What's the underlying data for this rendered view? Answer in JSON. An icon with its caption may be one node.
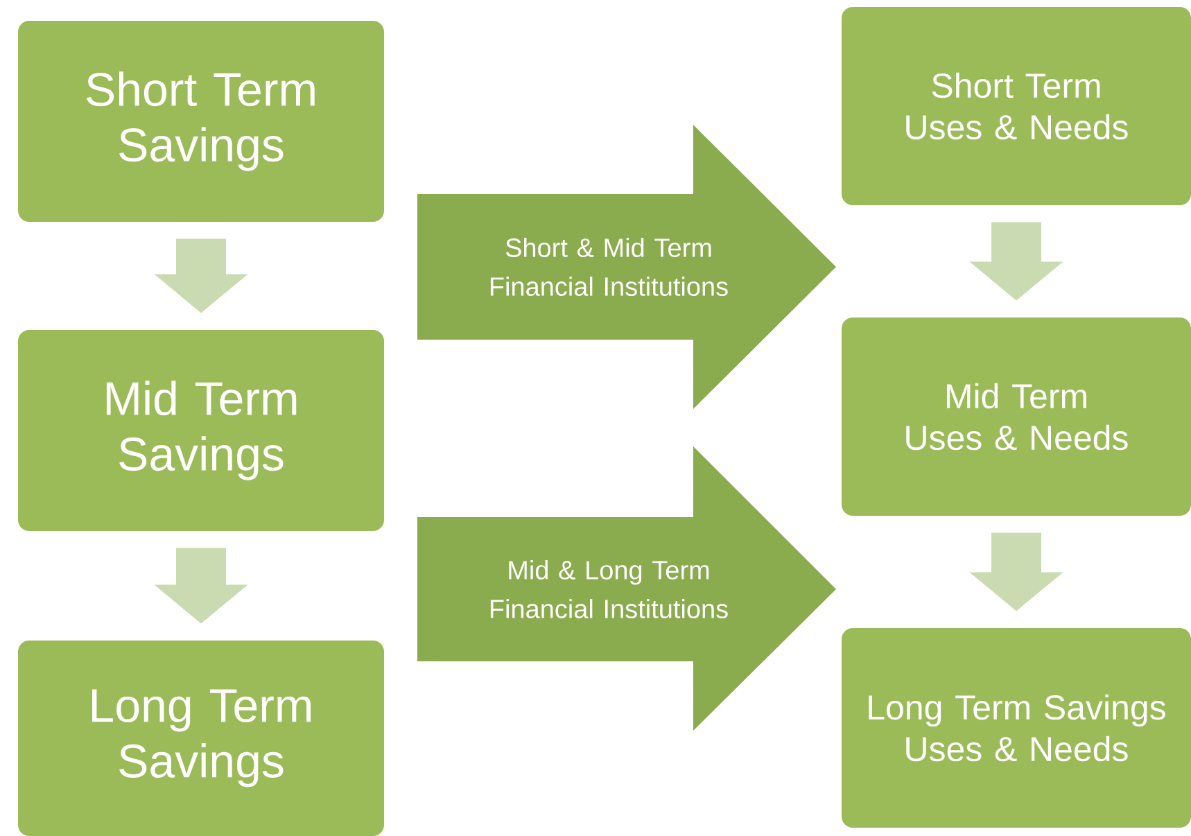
{
  "diagram": {
    "nodes": [
      {
        "text": [
          "Short Term Savings"
        ]
      },
      {
        "text": [
          "Mid Term Savings"
        ]
      },
      {
        "text": [
          "Long Term Savings"
        ]
      },
      {
        "text": [
          "Short & Mid  Term Financial Institutions"
        ]
      },
      {
        "text": [
          "Mid & Long  Term Financial Institutions"
        ]
      },
      {
        "text": [
          "Short Term Uses & Needs"
        ]
      },
      {
        "text": [
          "Mid Term Uses & Needs"
        ]
      },
      {
        "text": [
          "Long Term Savings Uses & Needs"
        ]
      }
    ],
    "edges": [
      {
        "from": 0,
        "to": 1,
        "arrow": "to"
      },
      {
        "from": 1,
        "to": 2,
        "arrow": "to"
      },
      {
        "from": 5,
        "to": 6,
        "arrow": "to"
      },
      {
        "from": 6,
        "to": 7,
        "arrow": "to"
      }
    ]
  }
}
